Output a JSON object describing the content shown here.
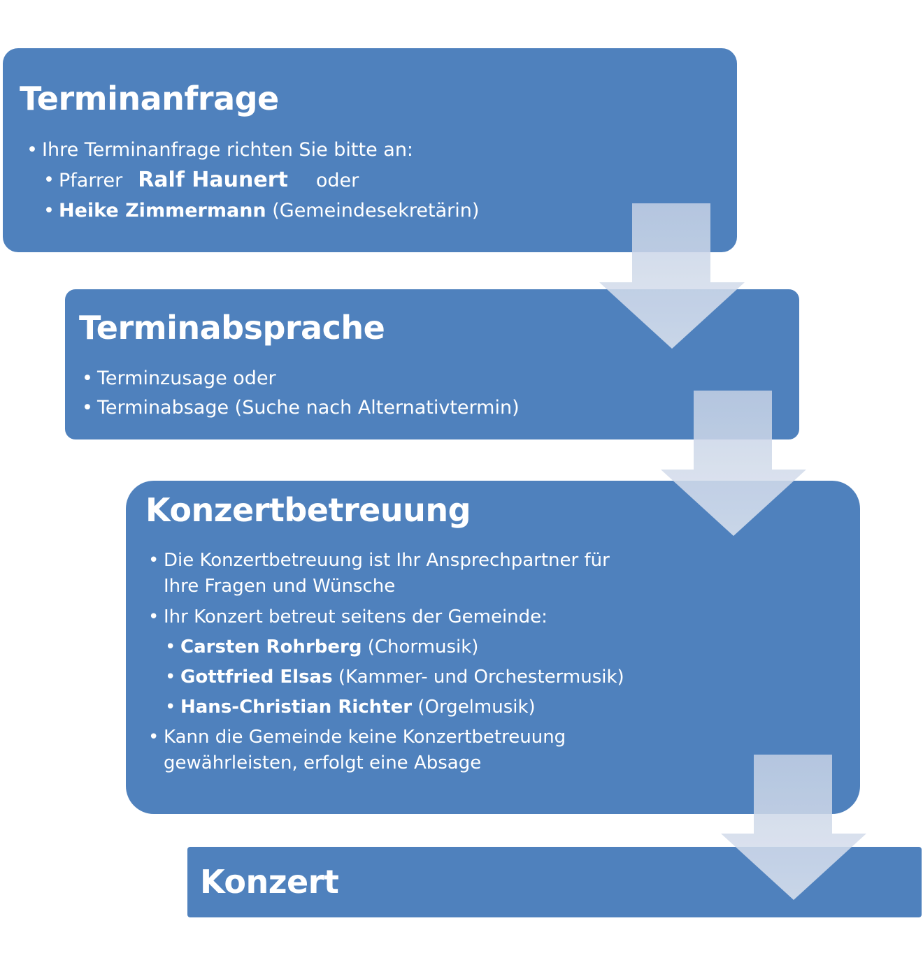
{
  "steps": [
    {
      "title": "Terminanfrage",
      "intro": "Ihre Terminanfrage richten Sie bitte an:",
      "contact1_prefix": "Pfarrer",
      "contact1_name": "Ralf Haunert",
      "contact1_suffix": "oder",
      "contact2_name": "Heike Zimmermann",
      "contact2_role": "(Gemeindesekretärin)"
    },
    {
      "title": "Terminabsprache",
      "item1": "Terminzusage oder",
      "item2": "Terminabsage (Suche nach Alternativtermin)"
    },
    {
      "title": "Konzertbetreuung",
      "item1": "Die Konzertbetreuung ist Ihr Ansprechpartner für Ihre Fragen und Wünsche",
      "item2": "Ihr Konzert betreut seitens der Gemeinde:",
      "person1_name": "Carsten Rohrberg",
      "person1_role": "(Chormusik)",
      "person2_name": "Gottfried Elsas",
      "person2_role": "(Kammer- und Orchestermusik)",
      "person3_name": "Hans-Christian Richter",
      "person3_role": "(Orgelmusik)",
      "item3": "Kann die Gemeinde keine Konzertbetreuung gewährleisten, erfolgt eine Absage"
    },
    {
      "title": "Konzert"
    }
  ],
  "colors": {
    "box": "#4f81bd",
    "arrow_top": "#c5d1e5",
    "arrow_bottom": "#dde4f0",
    "text": "#ffffff"
  },
  "icons": [
    "arrow-down-icon",
    "arrow-down-icon",
    "arrow-down-icon"
  ]
}
